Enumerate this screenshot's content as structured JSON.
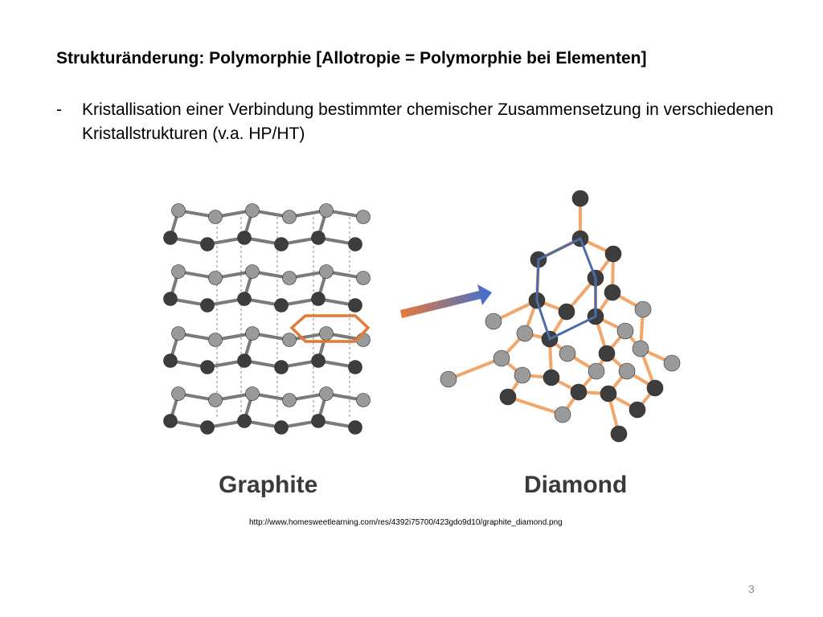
{
  "slide": {
    "title": "Strukturänderung: Polymorphie [Allotropie = Polymorphie bei Elementen]",
    "bullet": {
      "dash": "-",
      "text": "Kristallisation einer Verbindung bestimmter chemischer Zusammensetzung in verschiedenen Kristallstrukturen (v.a. HP/HT)"
    },
    "figure": {
      "labels": {
        "graphite": "Graphite",
        "diamond": "Diamond"
      },
      "icons": [
        "graphite-structure-icon",
        "diamond-structure-icon",
        "arrow-icon"
      ],
      "colors": {
        "atom_dark": "#3d3d3d",
        "atom_light": "#9a9a9a",
        "bond_graphite": "#7a7a7a",
        "bond_diamond": "#f2a66a",
        "hexagon_highlight": "#e07a36",
        "cell_outline": "#4a6da8",
        "arrow_start": "#e87a3a",
        "arrow_end": "#3f6fd0"
      }
    },
    "source": "http://www.homesweetlearning.com/res/4392i75700/423gdo9d10/graphite_diamond.png",
    "page_number": "3"
  }
}
